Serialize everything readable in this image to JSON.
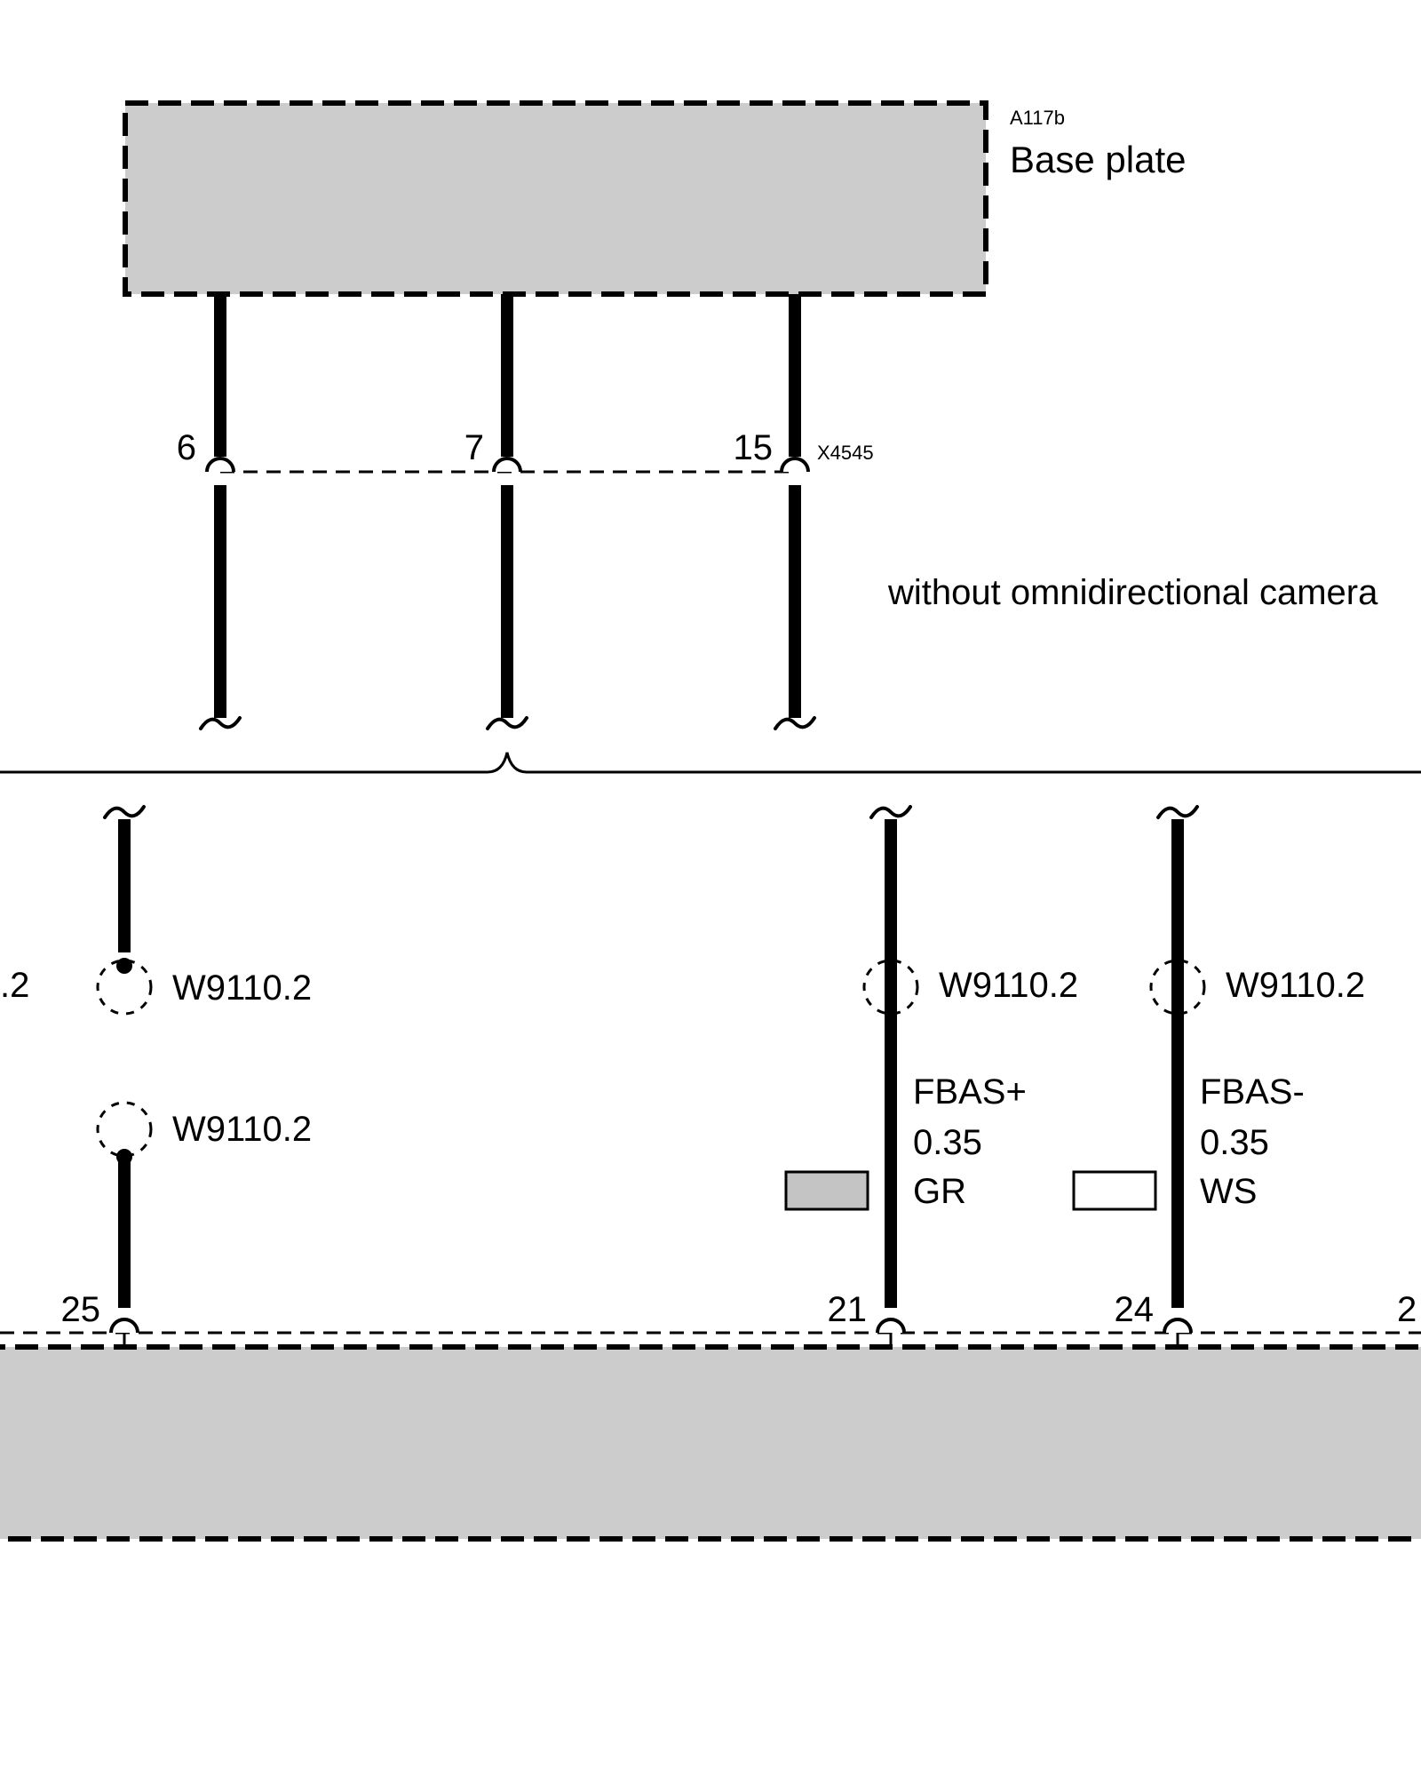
{
  "components": {
    "top": {
      "id": "A117b",
      "name": "Base plate"
    },
    "bottom": {
      "id": "",
      "name": ""
    }
  },
  "connector_top": {
    "id": "X4545",
    "pins": [
      "6",
      "7",
      "15"
    ]
  },
  "variant_note": "without omnidirectional camera",
  "connector_bottom": {
    "pins": [
      "25",
      "21",
      "24",
      "2"
    ]
  },
  "shields": {
    "partial_left": ".2",
    "left_upper": "W9110.2",
    "left_lower": "W9110.2",
    "fbas_plus": "W9110.2",
    "fbas_minus": "W9110.2"
  },
  "wires": [
    {
      "signal": "FBAS+",
      "gauge": "0.35",
      "color_code": "GR",
      "swatch": "#c4c4c4"
    },
    {
      "signal": "FBAS-",
      "gauge": "0.35",
      "color_code": "WS",
      "swatch": "#ffffff"
    }
  ],
  "colors": {
    "component_fill": "#cccccc",
    "line": "#000000"
  }
}
